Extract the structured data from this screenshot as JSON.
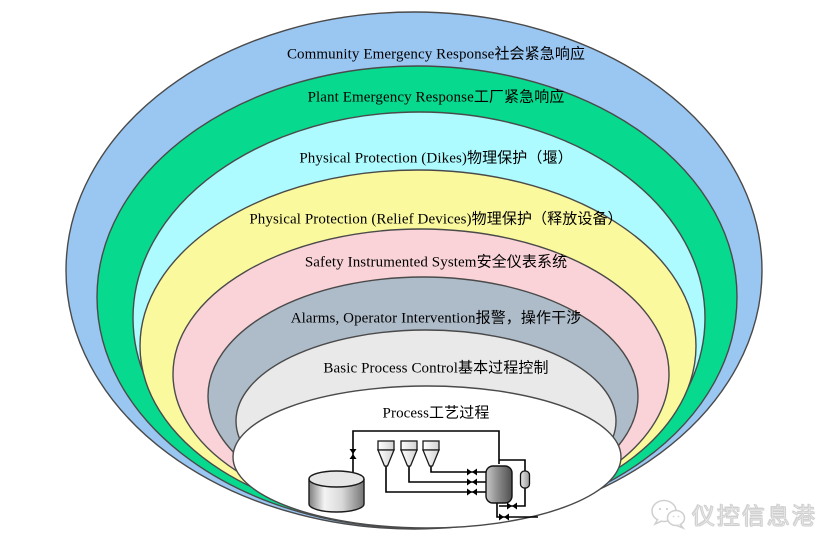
{
  "diagram": {
    "outline_color": "#4a4a4a",
    "rings": [
      {
        "id": "community",
        "label": "Community Emergency Response社会紧急响应",
        "color": "#9ac6f2"
      },
      {
        "id": "plant",
        "label": "Plant Emergency Response工厂紧急响应",
        "color": "#07da8e"
      },
      {
        "id": "dikes",
        "label": "Physical Protection (Dikes)物理保护（堰）",
        "color": "#adfbff"
      },
      {
        "id": "relief",
        "label": "Physical Protection (Relief Devices)物理保护（释放设备）",
        "color": "#fbf99d"
      },
      {
        "id": "sis",
        "label": "Safety Instrumented System安全仪表系统",
        "color": "#f9d3d7"
      },
      {
        "id": "alarms",
        "label": "Alarms, Operator Intervention报警，操作干涉",
        "color": "#aebbc9"
      },
      {
        "id": "bpc",
        "label": "Basic Process Control基本过程控制",
        "color": "#e9e9e9"
      },
      {
        "id": "process",
        "label": "Process工艺过程",
        "color": "#ffffff"
      }
    ]
  },
  "watermark": {
    "text": "仪控信息港",
    "icon": "wechat-icon",
    "color": "#d6d6d6"
  }
}
